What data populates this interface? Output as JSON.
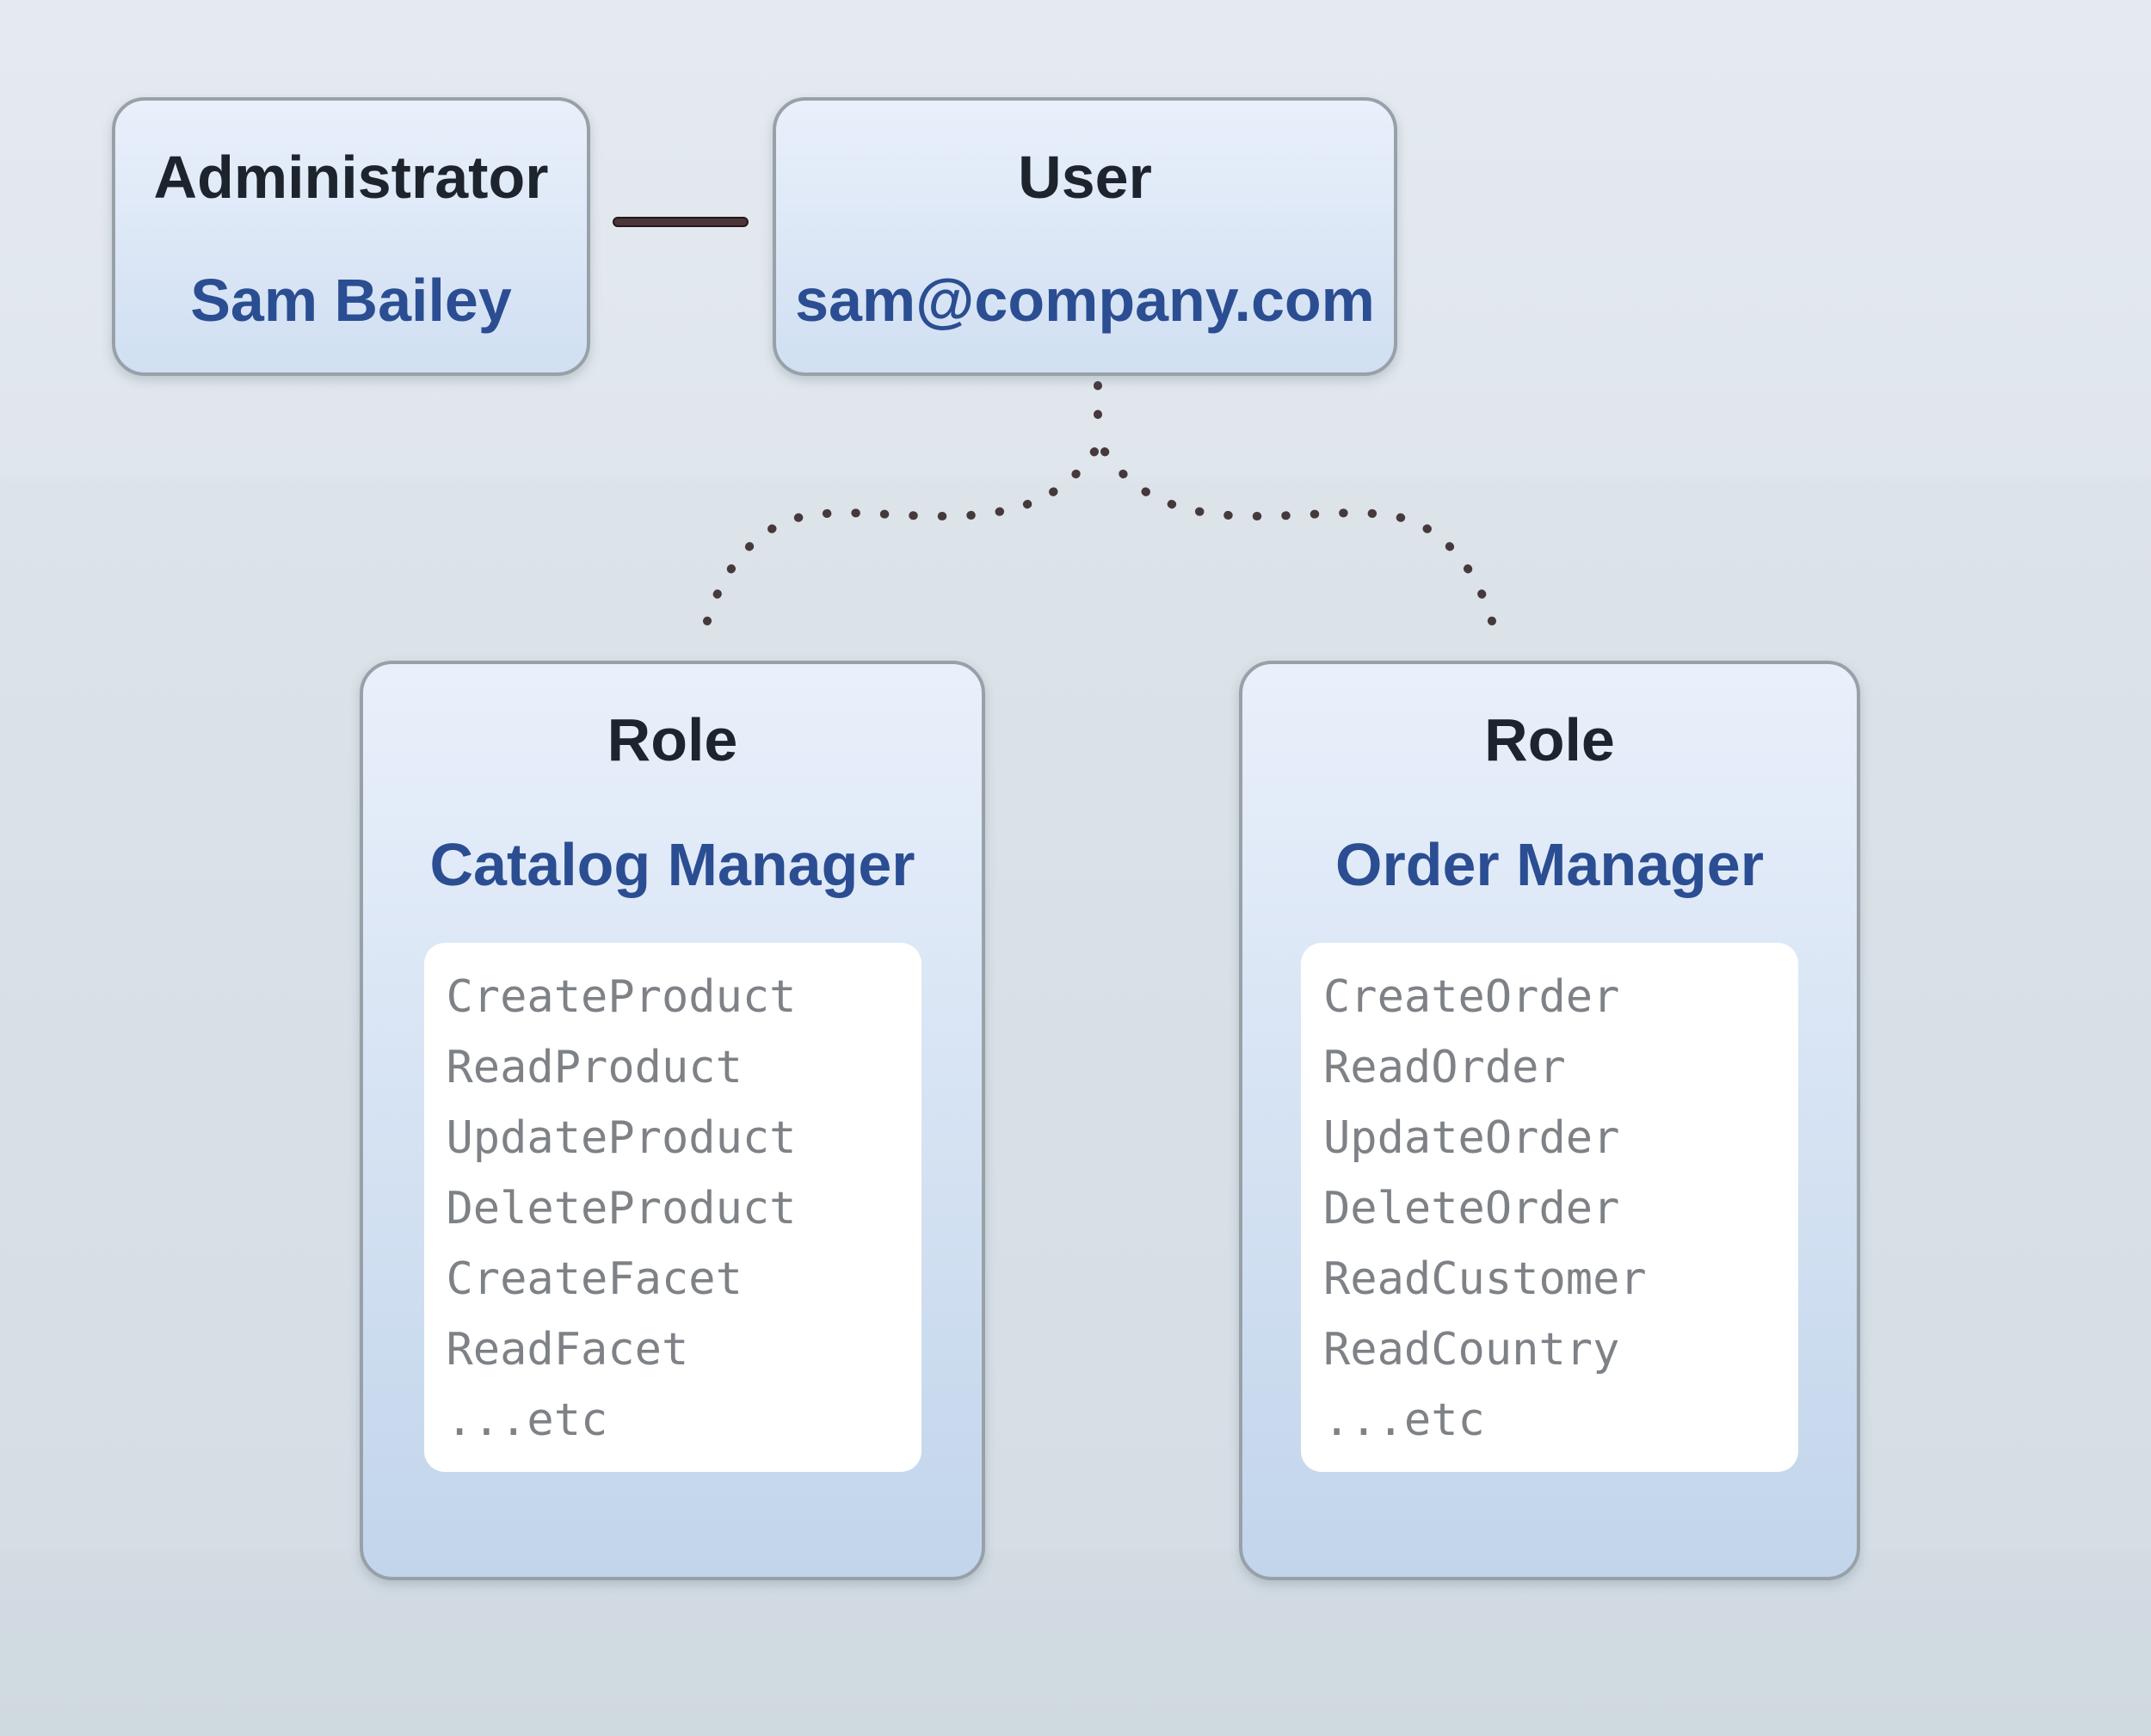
{
  "cards": {
    "admin": {
      "title": "Administrator",
      "value": "Sam Bailey"
    },
    "user": {
      "title": "User",
      "value": "sam@company.com"
    }
  },
  "roles": [
    {
      "title": "Role",
      "name": "Catalog Manager",
      "permissions": [
        "CreateProduct",
        "ReadProduct",
        "UpdateProduct",
        "DeleteProduct",
        "CreateFacet",
        "ReadFacet",
        "...etc"
      ]
    },
    {
      "title": "Role",
      "name": "Order Manager",
      "permissions": [
        "CreateOrder",
        "ReadOrder",
        "UpdateOrder",
        "DeleteOrder",
        "ReadCustomer",
        "ReadCountry",
        "...etc"
      ]
    }
  ],
  "colors": {
    "page-bg-top": "#e4eaf0",
    "page-bg-bottom": "#cfd9e0",
    "card-fill-top": "#e9f0fb",
    "card-fill-bottom": "#c2d5eb",
    "entity-fill-bottom": "#d0dff2",
    "card-border": "#98a1a8",
    "panel-bg": "#ffffff",
    "title-text": "#1d242e",
    "accent-text": "#2b4d92",
    "permission-text": "#7e8287",
    "connector": "#4a3539",
    "connector-outline": "#241719",
    "dot": "#46393c"
  }
}
